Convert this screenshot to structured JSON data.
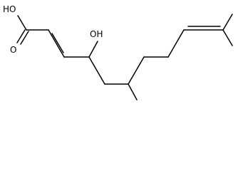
{
  "molecule": {
    "atom_labels": {
      "acid_oh": "HO",
      "carbonyl_o": "O",
      "hydroxyl": "OH"
    },
    "colors": {
      "bond": "#000000",
      "label": "#000000",
      "background": "#ffffff"
    }
  }
}
